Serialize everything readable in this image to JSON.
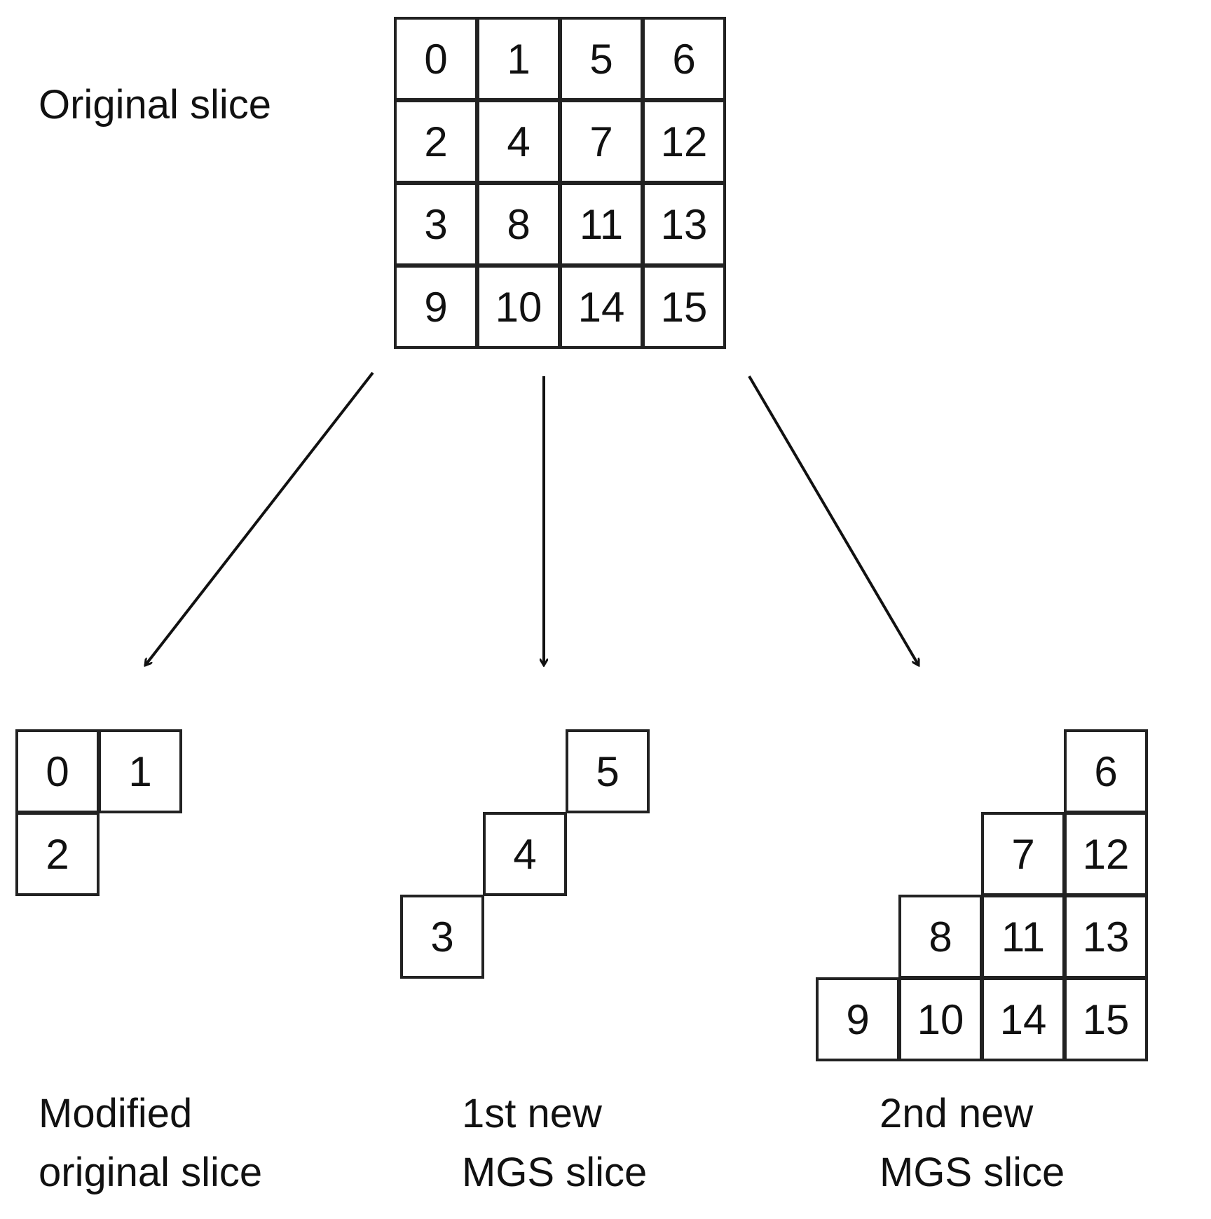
{
  "original": {
    "label": "Original slice",
    "rows": [
      [
        "0",
        "1",
        "5",
        "6"
      ],
      [
        "2",
        "4",
        "7",
        "12"
      ],
      [
        "3",
        "8",
        "11",
        "13"
      ],
      [
        "9",
        "10",
        "14",
        "15"
      ]
    ]
  },
  "modified": {
    "label_line1": "Modified",
    "label_line2": "original slice",
    "cells": [
      "0",
      "1",
      "2"
    ]
  },
  "first_new": {
    "label_line1": "1st new",
    "label_line2": "MGS slice",
    "cells": [
      "5",
      "4",
      "3"
    ]
  },
  "second_new": {
    "label_line1": "2nd new",
    "label_line2": "MGS slice",
    "cells": [
      "6",
      "7",
      "12",
      "8",
      "11",
      "13",
      "9",
      "10",
      "14",
      "15"
    ]
  }
}
